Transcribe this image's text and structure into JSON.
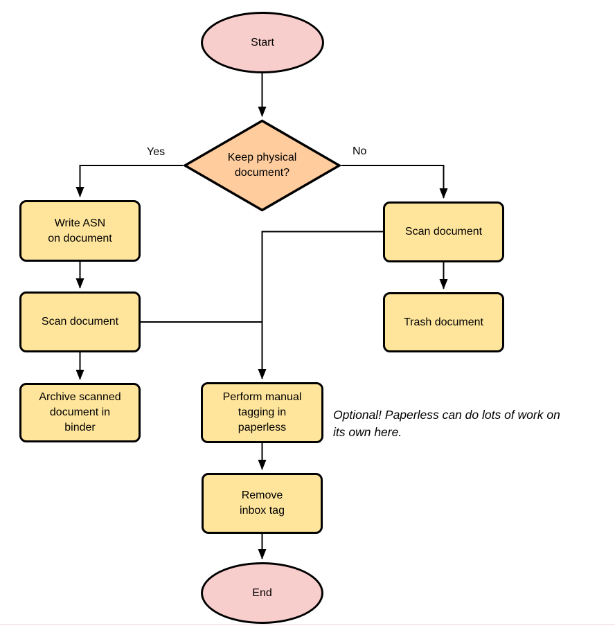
{
  "diagram": {
    "type": "flowchart",
    "colors": {
      "terminal_fill": "#f8cecc",
      "decision_fill": "#ffcc9e",
      "process_fill": "#ffe59c",
      "shape_stroke": "#000000",
      "edge_stroke": "#000000",
      "background": "#ffffff",
      "bottom_hairline": "#f5e8e8"
    }
  },
  "nodes": {
    "start": {
      "shape": "terminal",
      "label": "Start"
    },
    "decision_keep": {
      "shape": "decision",
      "label": "Keep physical\ndocument?"
    },
    "write_asn": {
      "shape": "process",
      "label": "Write ASN\non document"
    },
    "scan_document_left": {
      "shape": "process",
      "label": "Scan document"
    },
    "archive_binder": {
      "shape": "process",
      "label": "Archive scanned\ndocument in\nbinder"
    },
    "scan_document_right": {
      "shape": "process",
      "label": "Scan document"
    },
    "trash_document": {
      "shape": "process",
      "label": "Trash document"
    },
    "manual_tagging": {
      "shape": "process",
      "label": "Perform manual\ntagging in\npaperless"
    },
    "remove_inbox_tag": {
      "shape": "process",
      "label": "Remove\ninbox tag"
    },
    "end": {
      "shape": "terminal",
      "label": "End"
    }
  },
  "edges": [
    {
      "from": "start",
      "to": "decision_keep",
      "label": ""
    },
    {
      "from": "decision_keep",
      "to": "write_asn",
      "label": "Yes"
    },
    {
      "from": "decision_keep",
      "to": "scan_document_right",
      "label": "No"
    },
    {
      "from": "write_asn",
      "to": "scan_document_left",
      "label": ""
    },
    {
      "from": "scan_document_left",
      "to": "archive_binder",
      "label": ""
    },
    {
      "from": "scan_document_right",
      "to": "trash_document",
      "label": ""
    },
    {
      "from": "scan_document_right",
      "to": "manual_tagging",
      "label": ""
    },
    {
      "from": "scan_document_left",
      "to": "manual_tagging",
      "label": ""
    },
    {
      "from": "manual_tagging",
      "to": "remove_inbox_tag",
      "label": ""
    },
    {
      "from": "remove_inbox_tag",
      "to": "end",
      "label": ""
    }
  ],
  "annotation": {
    "text": "Optional! Paperless can do lots of work on\nits own here."
  }
}
